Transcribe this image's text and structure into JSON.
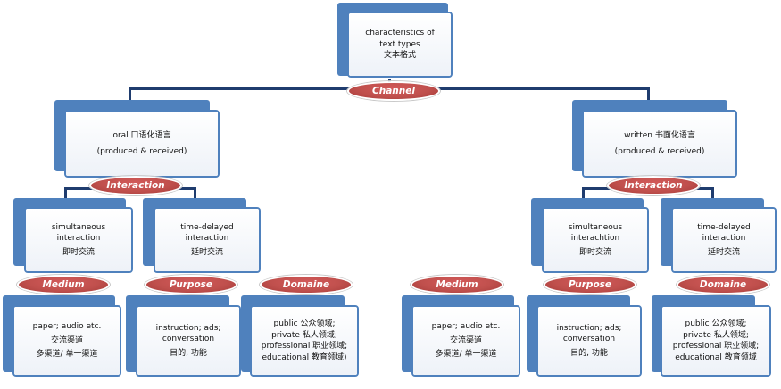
{
  "root": {
    "line1": "characteristics of",
    "line2": "text types",
    "line3": "文本格式"
  },
  "channel_label": "Channel",
  "left": {
    "head_line1": "oral 口语化语言",
    "head_line2": "(produced & received)",
    "interaction_label": "Interaction",
    "simultaneous": {
      "line1": "simultaneous",
      "line2": "interaction",
      "line3": "即时交流"
    },
    "delayed": {
      "line1": "time-delayed",
      "line2": "interaction",
      "line3": "延时交流"
    },
    "medium_label": "Medium",
    "purpose_label": "Purpose",
    "domaine_label": "Domaine",
    "medium_box": {
      "line1": "paper; audio etc.",
      "line2": "交流渠道",
      "line3": "多渠道/ 单一渠道"
    },
    "purpose_box": {
      "line1": "instruction; ads;",
      "line2": "conversation",
      "line3": "目的, 功能"
    },
    "domaine_box": {
      "line1": "public 公众领域;",
      "line2": "private 私人领域;",
      "line3": "professional 职业领域;",
      "line4": "educational 教育领域)"
    }
  },
  "right": {
    "head_line1": "written 书面化语言",
    "head_line2": "(produced & received)",
    "interaction_label": "Interaction",
    "simultaneous": {
      "line1": "simultaneous",
      "line2": "interachtion",
      "line3": "即时交流"
    },
    "delayed": {
      "line1": "time-delayed",
      "line2": "interaction",
      "line3": "延时交流"
    },
    "medium_label": "Medium",
    "purpose_label": "Purpose",
    "domaine_label": "Domaine",
    "medium_box": {
      "line1": "paper; audio etc.",
      "line2": "交流渠道",
      "line3": "多渠道/ 单一渠道"
    },
    "purpose_box": {
      "line1": "instruction; ads;",
      "line2": "conversation",
      "line3": "目的, 功能"
    },
    "domaine_box": {
      "line1": "public 公众领域;",
      "line2": "private 私人领域;",
      "line3": "professional 职业领域;",
      "line4": "educational 教育领域"
    }
  }
}
